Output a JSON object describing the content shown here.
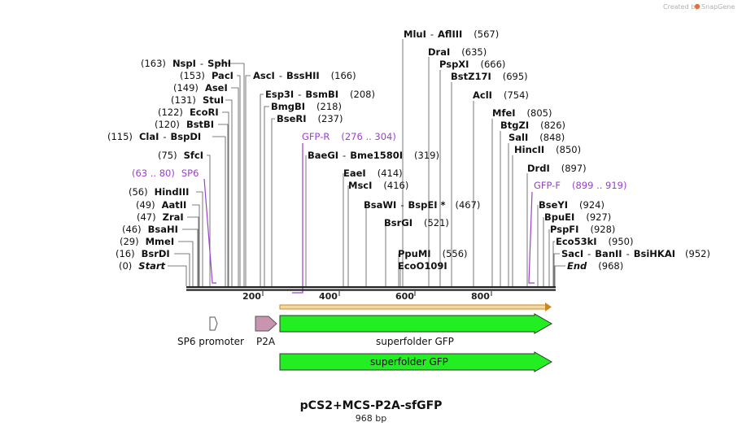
{
  "app": {
    "credit": "Created by",
    "brand": "SnapGene"
  },
  "plasmid": {
    "name": "pCS2+MCS-P2A-sfGFP",
    "length_label": "968 bp"
  },
  "ruler": {
    "ticks": [
      "200",
      "400",
      "600",
      "800"
    ]
  },
  "primers": [
    {
      "name": "SP6",
      "range": "(63 .. 80)"
    },
    {
      "name": "GFP-R",
      "range": "(276 .. 304)"
    },
    {
      "name": "GFP-F",
      "range": "(899 .. 919)"
    }
  ],
  "sites_left": [
    {
      "pos": "(163)",
      "enzymes": [
        "NspI",
        "SphI"
      ]
    },
    {
      "pos": "(153)",
      "enzymes": [
        "PacI"
      ]
    },
    {
      "pos": "(149)",
      "enzymes": [
        "AseI"
      ]
    },
    {
      "pos": "(131)",
      "enzymes": [
        "StuI"
      ]
    },
    {
      "pos": "(122)",
      "enzymes": [
        "EcoRI"
      ]
    },
    {
      "pos": "(120)",
      "enzymes": [
        "BstBI"
      ]
    },
    {
      "pos": "(115)",
      "enzymes": [
        "ClaI",
        "BspDI"
      ]
    },
    {
      "pos": "(75)",
      "enzymes": [
        "SfcI"
      ]
    },
    {
      "pos": "(56)",
      "enzymes": [
        "HindIII"
      ]
    },
    {
      "pos": "(49)",
      "enzymes": [
        "AatII"
      ]
    },
    {
      "pos": "(47)",
      "enzymes": [
        "ZraI"
      ]
    },
    {
      "pos": "(46)",
      "enzymes": [
        "BsaHI"
      ]
    },
    {
      "pos": "(29)",
      "enzymes": [
        "MmeI"
      ]
    },
    {
      "pos": "(16)",
      "enzymes": [
        "BsrDI"
      ]
    },
    {
      "pos": "(0)",
      "enzymes": [
        "Start"
      ]
    }
  ],
  "sites_mid": [
    {
      "pos": "(166)",
      "enzymes": [
        "AscI",
        "BssHII"
      ]
    },
    {
      "pos": "(208)",
      "enzymes": [
        "Esp3I",
        "BsmBI"
      ]
    },
    {
      "pos": "(218)",
      "enzymes": [
        "BmgBI"
      ]
    },
    {
      "pos": "(237)",
      "enzymes": [
        "BseRI"
      ]
    },
    {
      "pos": "(319)",
      "enzymes": [
        "BaeGI",
        "Bme1580I"
      ]
    },
    {
      "pos": "(414)",
      "enzymes": [
        "EaeI"
      ]
    },
    {
      "pos": "(416)",
      "enzymes": [
        "MscI"
      ]
    },
    {
      "pos": "(467)",
      "enzymes": [
        "BsaWI",
        "BspEI *"
      ]
    },
    {
      "pos": "(521)",
      "enzymes": [
        "BsrGI"
      ]
    },
    {
      "pos": "(556)",
      "enzymes": [
        "PpuMI"
      ]
    },
    {
      "pos": "",
      "enzymes": [
        "EcoO109I"
      ]
    }
  ],
  "sites_top": [
    {
      "pos": "(567)",
      "enzymes": [
        "MluI",
        "AflIII"
      ]
    },
    {
      "pos": "(635)",
      "enzymes": [
        "DraI"
      ]
    },
    {
      "pos": "(666)",
      "enzymes": [
        "PspXI"
      ]
    },
    {
      "pos": "(695)",
      "enzymes": [
        "BstZ17I"
      ]
    },
    {
      "pos": "(754)",
      "enzymes": [
        "AclI"
      ]
    },
    {
      "pos": "(805)",
      "enzymes": [
        "MfeI"
      ]
    },
    {
      "pos": "(826)",
      "enzymes": [
        "BtgZI"
      ]
    },
    {
      "pos": "(848)",
      "enzymes": [
        "SalI"
      ]
    },
    {
      "pos": "(850)",
      "enzymes": [
        "HincII"
      ]
    },
    {
      "pos": "(897)",
      "enzymes": [
        "DrdI"
      ]
    }
  ],
  "sites_right": [
    {
      "pos": "(924)",
      "enzymes": [
        "BseYI"
      ]
    },
    {
      "pos": "(927)",
      "enzymes": [
        "BpuEI"
      ]
    },
    {
      "pos": "(928)",
      "enzymes": [
        "PspFI"
      ]
    },
    {
      "pos": "(950)",
      "enzymes": [
        "Eco53kI"
      ]
    },
    {
      "pos": "(952)",
      "enzymes": [
        "SacI",
        "BanII",
        "BsiHKAI"
      ]
    },
    {
      "pos": "(968)",
      "enzymes": [
        "End"
      ]
    }
  ],
  "features": [
    {
      "name": "SP6 promoter",
      "color": "#ffffff"
    },
    {
      "name": "P2A",
      "color": "#c994b0"
    },
    {
      "name": "superfolder GFP",
      "color": "#22ee22"
    },
    {
      "name": "superfolder GFP",
      "color": "#22ee22"
    }
  ],
  "colors": {
    "primer": "#9b3fcf",
    "orf": "#e8c070",
    "backbone": "#222222"
  }
}
